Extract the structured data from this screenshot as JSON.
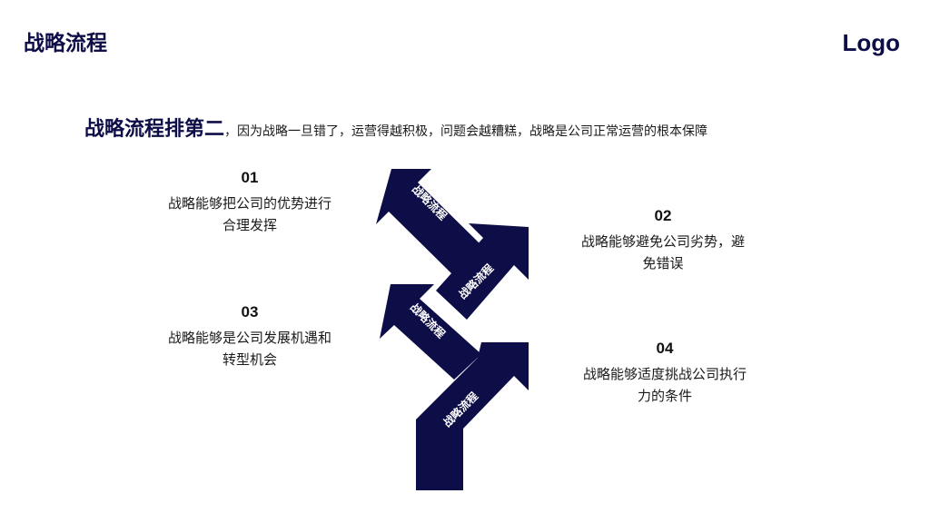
{
  "header": {
    "title": "战略流程",
    "logo": "Logo"
  },
  "headline": {
    "highlight": "战略流程排第二",
    "description": "，因为战略一旦错了，运营得越积极，问题会越糟糕，战略是公司正常运营的根本保障"
  },
  "arrow_label": "战略流程",
  "items": [
    {
      "number": "01",
      "text": "战略能够把公司的优势进行合理发挥"
    },
    {
      "number": "02",
      "text": "战略能够避免公司劣势，避免错误"
    },
    {
      "number": "03",
      "text": "战略能够是公司发展机遇和转型机会"
    },
    {
      "number": "04",
      "text": "战略能够适度挑战公司执行力的条件"
    }
  ],
  "colors": {
    "primary": "#0d0d47",
    "text": "#1a1a1a",
    "background": "#ffffff"
  }
}
